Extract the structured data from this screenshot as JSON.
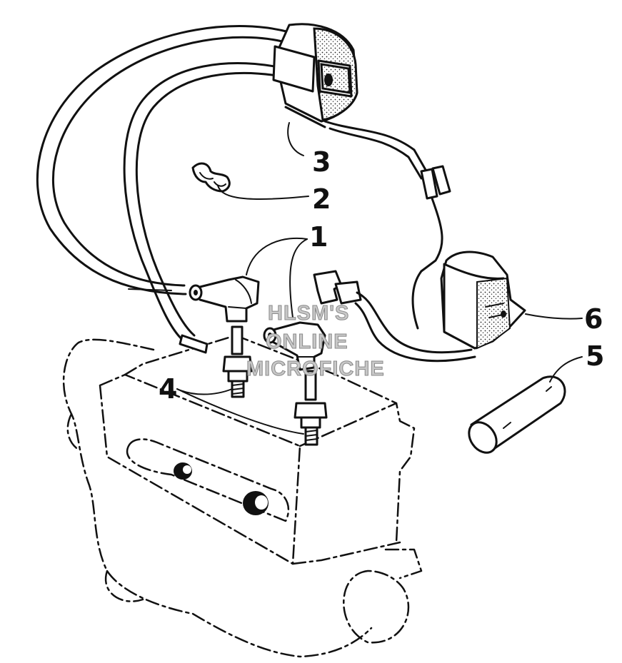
{
  "callouts": [
    {
      "number": "1"
    },
    {
      "number": "2"
    },
    {
      "number": "3"
    },
    {
      "number": "4"
    },
    {
      "number": "5"
    },
    {
      "number": "6"
    }
  ],
  "watermark": [
    "HLSM'S",
    "ONLINE",
    "MICROFICHE"
  ]
}
